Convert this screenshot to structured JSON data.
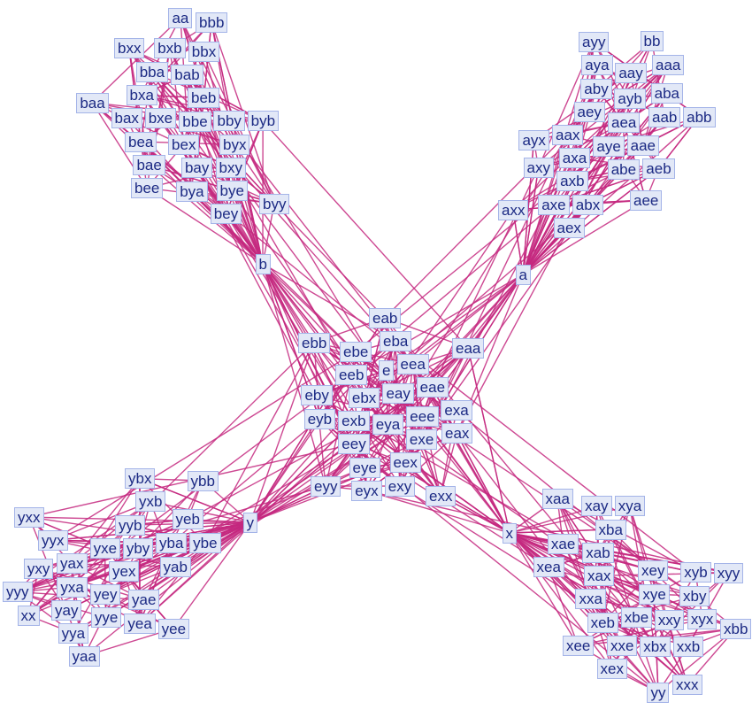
{
  "graph": {
    "edge_color": "#c4287f",
    "node_fill": "#e2e8f7",
    "node_border": "#a4b4e8",
    "label_color": "#1c2a84",
    "nodes": [
      "aa",
      "bbb",
      "bxx",
      "bxb",
      "bbx",
      "bba",
      "bab",
      "baa",
      "bxa",
      "bax",
      "bbe",
      "beb",
      "bxe",
      "bex",
      "bby",
      "byb",
      "bea",
      "bae",
      "bxy",
      "byx",
      "bay",
      "bya",
      "bye",
      "bey",
      "byy",
      "bee",
      "b",
      "ayy",
      "bb",
      "aaa",
      "aya",
      "aay",
      "aby",
      "ayb",
      "aba",
      "aab",
      "abb",
      "aey",
      "aea",
      "ayx",
      "aax",
      "aye",
      "aae",
      "axy",
      "axa",
      "abe",
      "aeb",
      "axb",
      "abx",
      "axx",
      "axe",
      "aex",
      "aee",
      "a",
      "eab",
      "eba",
      "ebb",
      "eaa",
      "e",
      "ebe",
      "eeb",
      "eea",
      "eae",
      "eby",
      "eyb",
      "eay",
      "ebx",
      "exa",
      "exb",
      "eya",
      "eee",
      "eax",
      "eey",
      "eye",
      "exe",
      "eex",
      "eyy",
      "eyx",
      "exy",
      "exx",
      "ybb",
      "ybx",
      "yxb",
      "yxx",
      "yyb",
      "yby",
      "yeb",
      "yba",
      "ybe",
      "yab",
      "yyx",
      "yxy",
      "yax",
      "yxe",
      "yex",
      "yyy",
      "yxa",
      "yey",
      "yye",
      "yae",
      "yay",
      "xx",
      "yya",
      "yea",
      "yee",
      "yaa",
      "y",
      "xaa",
      "xay",
      "xya",
      "xae",
      "xab",
      "xba",
      "xea",
      "xax",
      "xxa",
      "xey",
      "xyb",
      "xyy",
      "xye",
      "xby",
      "xeb",
      "xbe",
      "xxy",
      "xyx",
      "xbb",
      "xee",
      "xex",
      "xxe",
      "xbx",
      "xxb",
      "yy",
      "xxx",
      "x"
    ]
  }
}
